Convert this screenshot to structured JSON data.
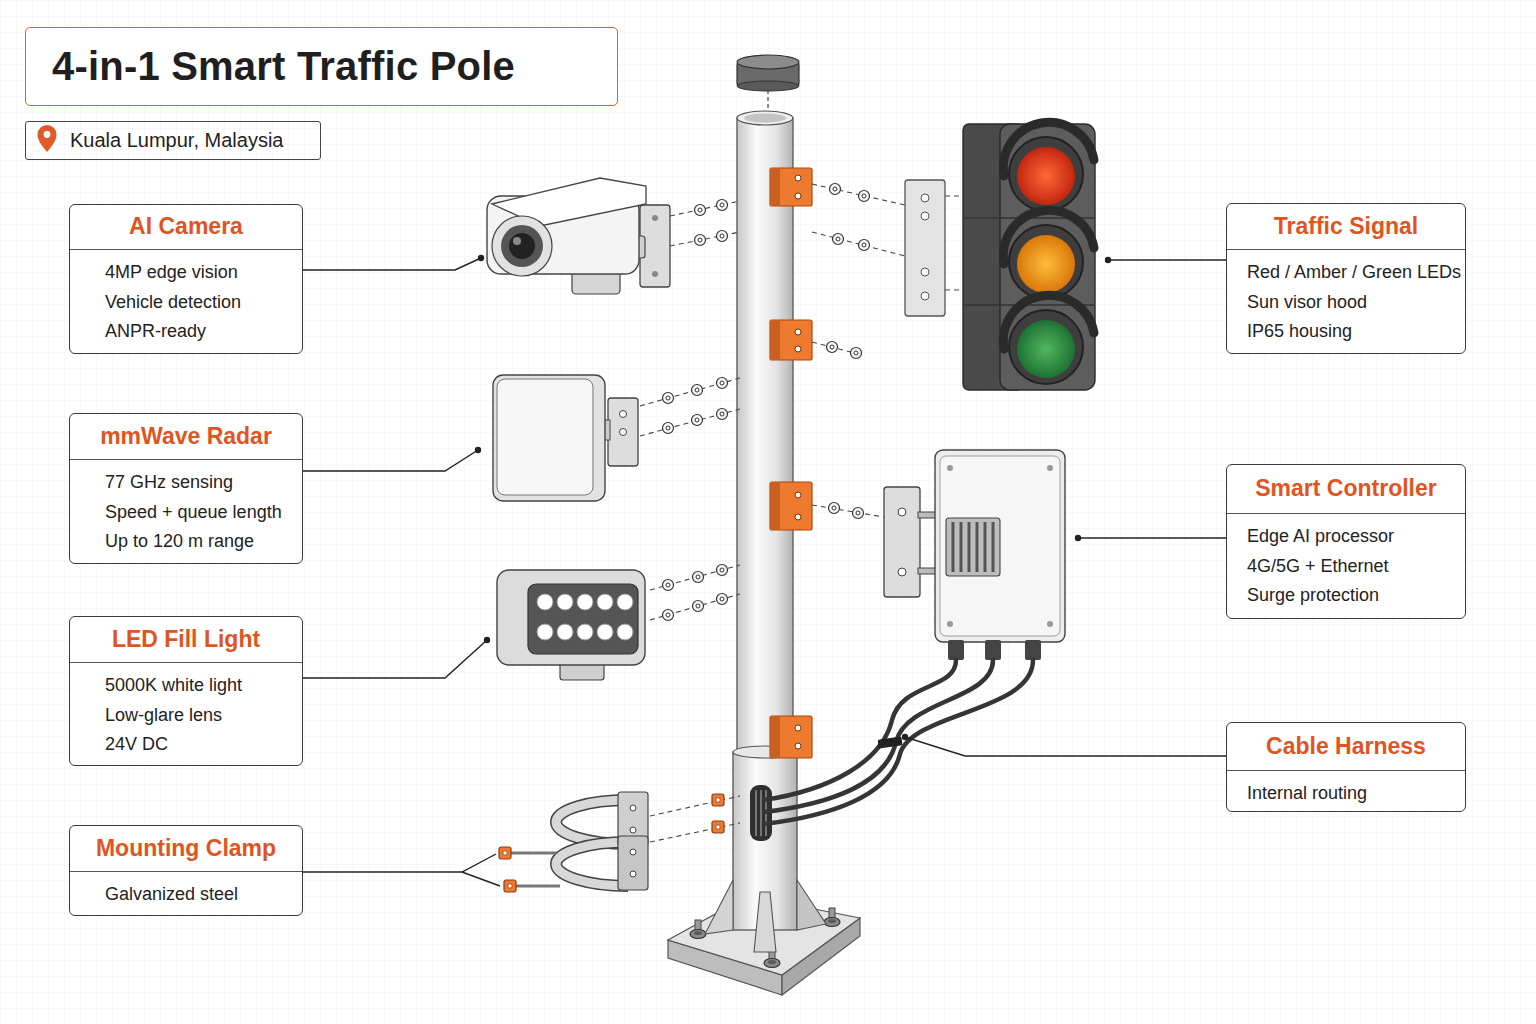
{
  "diagram": {
    "title": "4-in-1 Smart Traffic Pole",
    "nodes": [
      {
        "text": [
          "Kuala Lumpur, Malaysia"
        ]
      },
      {
        "text": [
          "AI Camera",
          "4MP edge vision",
          "Vehicle detection",
          "ANPR-ready"
        ]
      },
      {
        "text": [
          "Traffic Signal",
          "Red / Amber / Green LEDs",
          "Sun visor hood",
          "IP65 housing"
        ]
      },
      {
        "text": [
          "mmWave Radar",
          "77 GHz sensing",
          "Speed + queue length",
          "Up to 120 m range"
        ]
      },
      {
        "text": [
          "Smart Controller",
          "Edge AI processor",
          "4G/5G + Ethernet",
          "Surge protection"
        ]
      },
      {
        "text": [
          "LED Fill Light",
          "5000K white light",
          "Low-glare lens",
          "24V DC"
        ]
      },
      {
        "text": [
          "Cable Harness",
          "Internal routing"
        ]
      },
      {
        "text": [
          "Mounting Clamp",
          "Galvanized steel"
        ]
      }
    ]
  }
}
